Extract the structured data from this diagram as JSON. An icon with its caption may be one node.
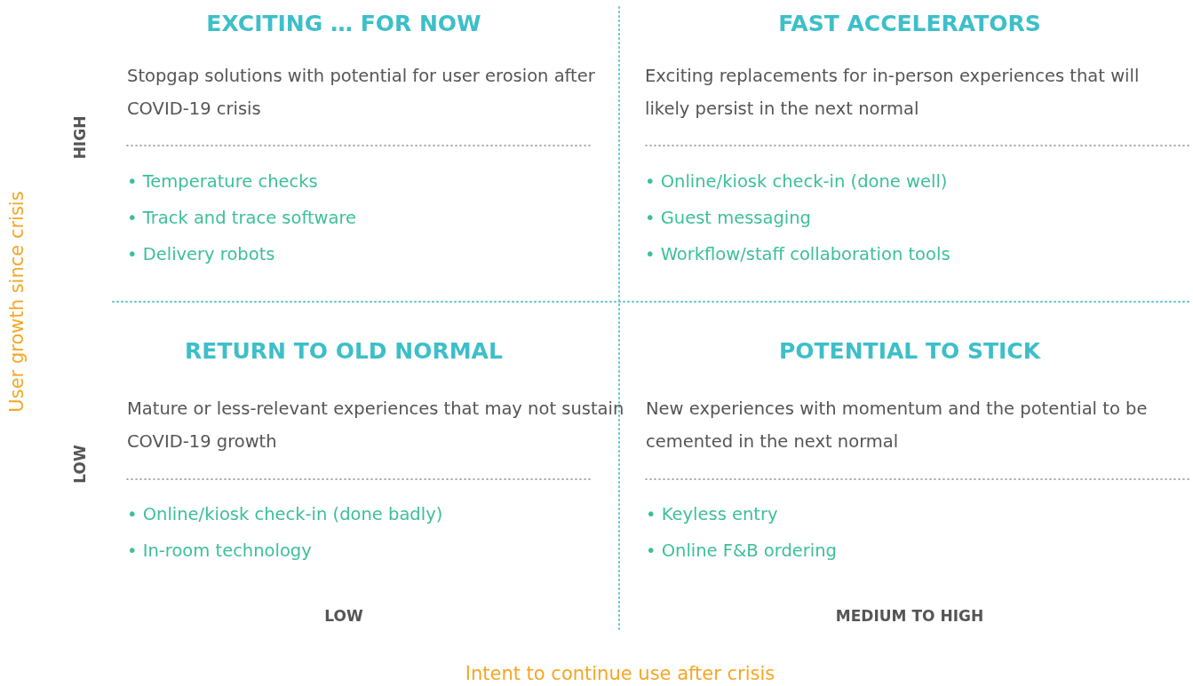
{
  "diagram": {
    "labels": [
      "User growth since crisis",
      "HIGH",
      "EXCITING … FOR NOW",
      "Stopgap solutions with potential for user erosion after COVID-19 crisis",
      "• Temperature checks",
      "• Track and trace software",
      "• Delivery robots",
      "FAST ACCELERATORS",
      "Exciting replacements for in-person experiences that will likely persist in the next normal",
      "• Online/kiosk check-in (done well)",
      "• Guest messaging",
      "• Workflow/staff collaboration tools",
      "LOW",
      "RETURN TO OLD NORMAL",
      "Mature or less-relevant experiences that may not sustain COVID-19 growth",
      "• Online/kiosk check-in (done badly)",
      "• In-room technology",
      "POTENTIAL TO STICK",
      "New experiences with momentum and the potential to be cemented in the next normal",
      "• Keyless entry",
      "• Online F&B ordering",
      "LOW",
      "MEDIUM TO HIGH",
      "Intent to continue use after crisis"
    ]
  }
}
